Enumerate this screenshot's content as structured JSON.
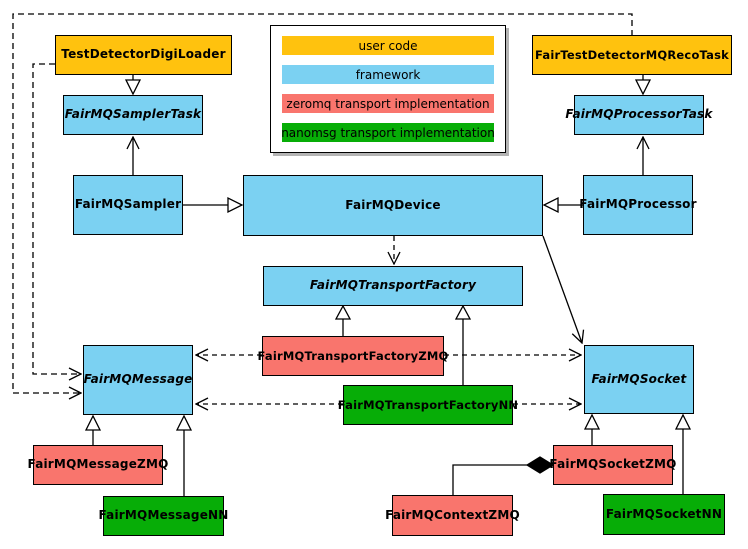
{
  "legend": {
    "items": [
      {
        "label": "user code",
        "color": "#FFC20E"
      },
      {
        "label": "framework",
        "color": "#7BD1F2"
      },
      {
        "label": "zeromq transport implementation",
        "color": "#F9756D"
      },
      {
        "label": "nanomsg transport implementation",
        "color": "#07AD07"
      }
    ]
  },
  "colors": {
    "user_code": "#FFC20E",
    "framework": "#7BD1F2",
    "zeromq": "#F9756D",
    "nanomsg": "#07AD07",
    "line": "#000000",
    "background": "#FFFFFF"
  },
  "nodes": {
    "test_detector_digi_loader": {
      "label": "TestDetectorDigiLoader",
      "category": "user code",
      "abstract": false
    },
    "fair_test_detector_mq_reco_task": {
      "label": "FairTestDetectorMQRecoTask",
      "category": "user code",
      "abstract": false
    },
    "fairmq_sampler_task": {
      "label": "FairMQSamplerTask",
      "category": "framework",
      "abstract": true
    },
    "fairmq_processor_task": {
      "label": "FairMQProcessorTask",
      "category": "framework",
      "abstract": true
    },
    "fairmq_sampler": {
      "label": "FairMQSampler",
      "category": "framework",
      "abstract": false
    },
    "fairmq_device": {
      "label": "FairMQDevice",
      "category": "framework",
      "abstract": false
    },
    "fairmq_processor": {
      "label": "FairMQProcessor",
      "category": "framework",
      "abstract": false
    },
    "fairmq_transport_factory": {
      "label": "FairMQTransportFactory",
      "category": "framework",
      "abstract": true
    },
    "fairmq_transport_factory_zmq": {
      "label": "FairMQTransportFactoryZMQ",
      "category": "zeromq",
      "abstract": false
    },
    "fairmq_transport_factory_nn": {
      "label": "FairMQTransportFactoryNN",
      "category": "nanomsg",
      "abstract": false
    },
    "fairmq_message": {
      "label": "FairMQMessage",
      "category": "framework",
      "abstract": true
    },
    "fairmq_socket": {
      "label": "FairMQSocket",
      "category": "framework",
      "abstract": true
    },
    "fairmq_message_zmq": {
      "label": "FairMQMessageZMQ",
      "category": "zeromq",
      "abstract": false
    },
    "fairmq_message_nn": {
      "label": "FairMQMessageNN",
      "category": "nanomsg",
      "abstract": false
    },
    "fairmq_context_zmq": {
      "label": "FairMQContextZMQ",
      "category": "zeromq",
      "abstract": false
    },
    "fairmq_socket_zmq": {
      "label": "FairMQSocketZMQ",
      "category": "zeromq",
      "abstract": false
    },
    "fairmq_socket_nn": {
      "label": "FairMQSocketNN",
      "category": "nanomsg",
      "abstract": false
    }
  },
  "relations": [
    {
      "from": "TestDetectorDigiLoader",
      "to": "FairMQSamplerTask",
      "type": "inheritance",
      "line": "solid"
    },
    {
      "from": "FairTestDetectorMQRecoTask",
      "to": "FairMQProcessorTask",
      "type": "inheritance",
      "line": "solid"
    },
    {
      "from": "FairMQSampler",
      "to": "FairMQSamplerTask",
      "type": "arrow",
      "line": "solid"
    },
    {
      "from": "FairMQProcessor",
      "to": "FairMQProcessorTask",
      "type": "arrow",
      "line": "solid"
    },
    {
      "from": "FairMQSampler",
      "to": "FairMQDevice",
      "type": "inheritance",
      "line": "solid"
    },
    {
      "from": "FairMQProcessor",
      "to": "FairMQDevice",
      "type": "inheritance",
      "line": "solid"
    },
    {
      "from": "FairMQDevice",
      "to": "FairMQTransportFactory",
      "type": "dependency",
      "line": "dashed"
    },
    {
      "from": "FairMQDevice",
      "to": "FairMQSocket",
      "type": "arrow",
      "line": "solid"
    },
    {
      "from": "FairMQTransportFactoryZMQ",
      "to": "FairMQTransportFactory",
      "type": "inheritance",
      "line": "solid"
    },
    {
      "from": "FairMQTransportFactoryNN",
      "to": "FairMQTransportFactory",
      "type": "inheritance",
      "line": "solid"
    },
    {
      "from": "FairMQTransportFactoryZMQ",
      "to": "FairMQMessage",
      "type": "dependency",
      "line": "dashed"
    },
    {
      "from": "FairMQTransportFactoryZMQ",
      "to": "FairMQSocket",
      "type": "dependency",
      "line": "dashed"
    },
    {
      "from": "FairMQTransportFactoryNN",
      "to": "FairMQMessage",
      "type": "dependency",
      "line": "dashed"
    },
    {
      "from": "FairMQTransportFactoryNN",
      "to": "FairMQSocket",
      "type": "dependency",
      "line": "dashed"
    },
    {
      "from": "TestDetectorDigiLoader",
      "to": "FairMQMessage",
      "type": "dependency",
      "line": "dashed"
    },
    {
      "from": "FairTestDetectorMQRecoTask",
      "to": "FairMQMessage",
      "type": "dependency",
      "line": "dashed"
    },
    {
      "from": "FairMQMessageZMQ",
      "to": "FairMQMessage",
      "type": "inheritance",
      "line": "solid"
    },
    {
      "from": "FairMQMessageNN",
      "to": "FairMQMessage",
      "type": "inheritance",
      "line": "solid"
    },
    {
      "from": "FairMQSocketZMQ",
      "to": "FairMQSocket",
      "type": "inheritance",
      "line": "solid"
    },
    {
      "from": "FairMQSocketNN",
      "to": "FairMQSocket",
      "type": "inheritance",
      "line": "solid"
    },
    {
      "from": "FairMQContextZMQ",
      "to": "FairMQSocketZMQ",
      "type": "composition",
      "line": "solid"
    }
  ]
}
